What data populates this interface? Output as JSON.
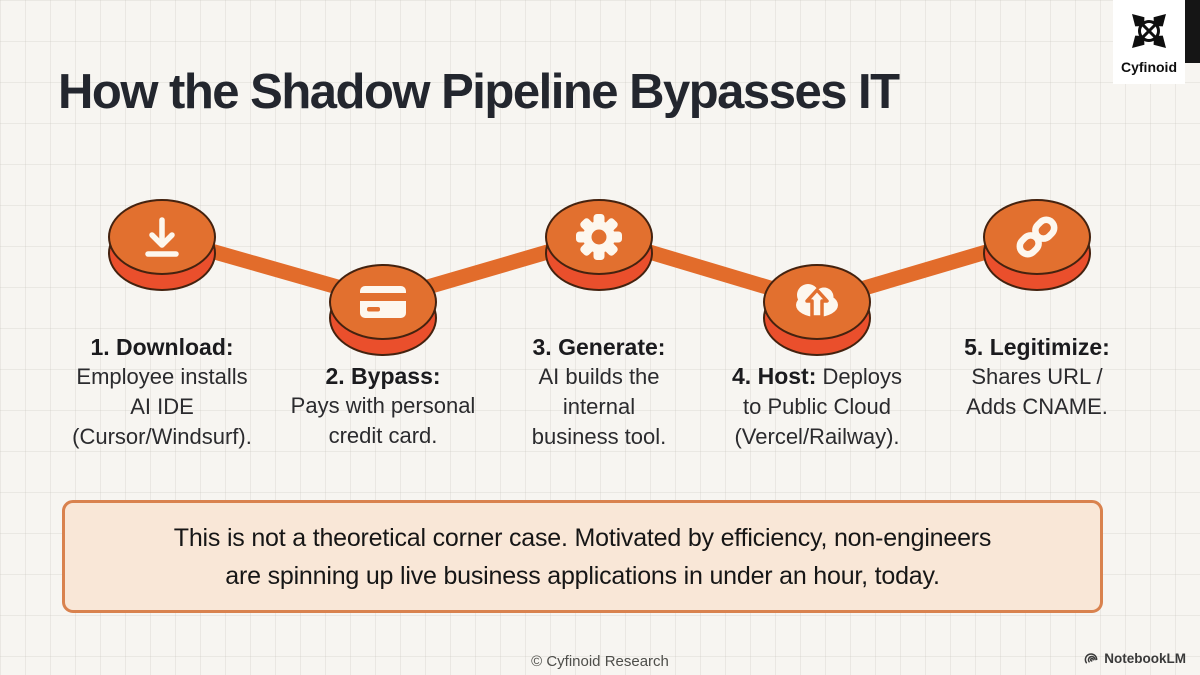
{
  "title": "How the Shadow Pipeline Bypasses IT",
  "steps": [
    {
      "heading": "1. Download:",
      "icon": "download",
      "lines": [
        "Employee installs",
        "AI IDE",
        "(Cursor/Windsurf)."
      ]
    },
    {
      "heading": "2. Bypass:",
      "icon": "credit-card",
      "lines": [
        "Pays with personal",
        "credit card."
      ]
    },
    {
      "heading": "3. Generate:",
      "icon": "gear",
      "lines": [
        "AI builds the",
        "internal",
        "business tool."
      ]
    },
    {
      "heading": "4. Host:",
      "icon": "cloud-upload",
      "lines": [
        "Deploys",
        "to Public Cloud",
        "(Vercel/Railway)."
      ]
    },
    {
      "heading": "5. Legitimize:",
      "icon": "link",
      "lines": [
        "Shares URL /",
        "Adds CNAME."
      ]
    }
  ],
  "callout": {
    "lines": [
      "This is not a theoretical corner case. Motivated by efficiency, non-engineers",
      "are spinning up live business applications in under an hour, today."
    ]
  },
  "brand": {
    "logo_text": "Cyfinoid",
    "footer": "© Cyfinoid Research",
    "watermark": "NotebookLM"
  },
  "colors": {
    "disc_face": "#E2702F",
    "disc_rim": "#EA4F2C",
    "disc_outline": "#44220F",
    "connector": "#E26C2B",
    "callout_bg": "#F9E7D7",
    "callout_border": "#D9824E",
    "title_text": "#23262E",
    "background": "#F7F5F1"
  }
}
